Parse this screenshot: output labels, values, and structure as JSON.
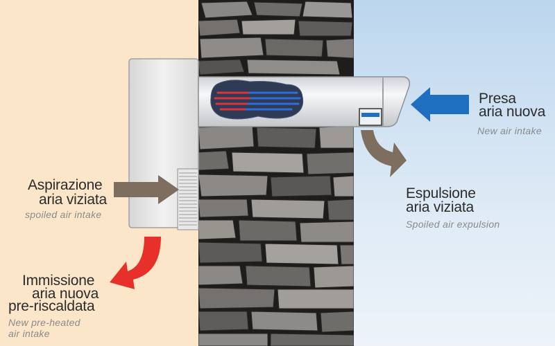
{
  "labels": {
    "exhaust_intake": {
      "line1": "Aspirazione",
      "line2": "aria viziata",
      "en": "spoiled air intake"
    },
    "fresh_supply": {
      "line1": "Immissione",
      "line2": "aria nuova",
      "line3": "pre-riscaldata",
      "en_line1": "New pre-heated",
      "en_line2": "air intake"
    },
    "fresh_intake": {
      "line1": "Presa",
      "line2": "aria nuova",
      "en": "New air intake"
    },
    "exhaust_expulsion": {
      "line1": "Espulsione",
      "line2": "aria viziata",
      "en": "Spoiled air expulsion"
    }
  },
  "colors": {
    "indoor_background": "#fbe6c9",
    "outdoor_background": "#c9ddf1",
    "spoiled_air_arrow": "#7d6e5f",
    "fresh_air_arrow": "#1f6fc0",
    "supply_air_arrow": "#e8302a",
    "stone_wall": "#6f6d6a"
  },
  "icons": [
    "spoiled-air-arrow-icon",
    "fresh-air-arrow-icon",
    "supply-air-arrow-icon",
    "heat-exchanger-icon",
    "stone-wall-texture"
  ]
}
